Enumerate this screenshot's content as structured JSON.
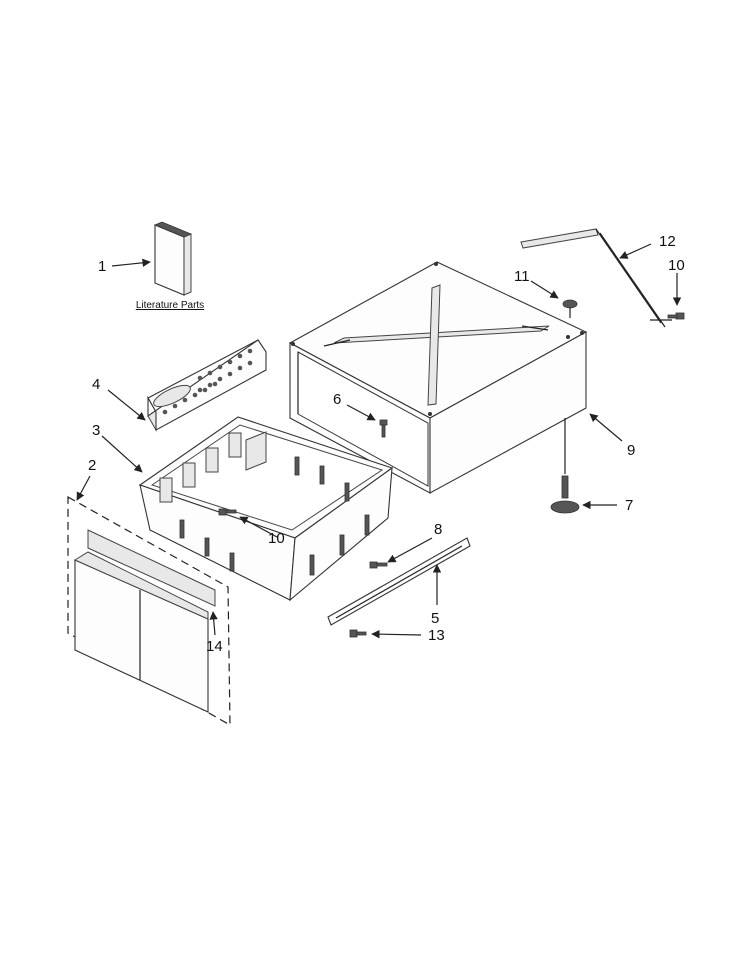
{
  "diagram": {
    "literature_label": "Literature Parts",
    "callouts": [
      "1",
      "2",
      "3",
      "4",
      "5",
      "6",
      "7",
      "8",
      "9",
      "10",
      "10",
      "11",
      "12",
      "13",
      "14"
    ]
  }
}
